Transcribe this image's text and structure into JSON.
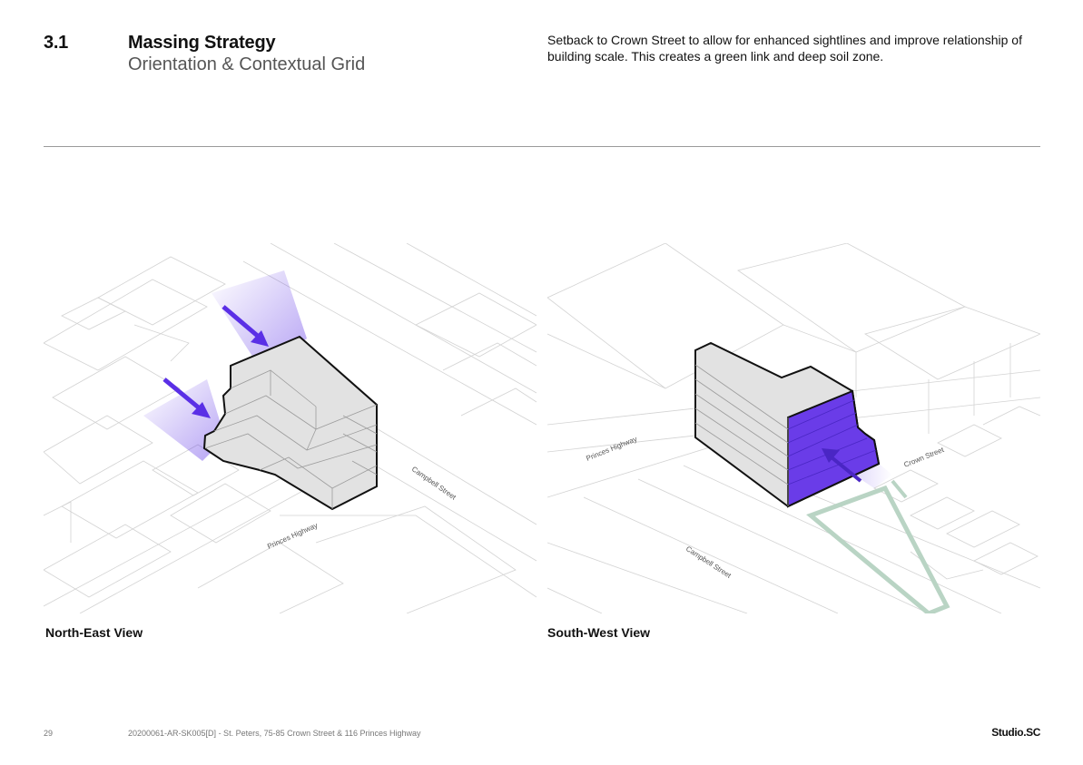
{
  "header": {
    "section_number": "3.1",
    "title": "Massing Strategy",
    "subtitle": "Orientation & Contextual Grid",
    "description": "Setback to Crown Street to allow for enhanced sightlines and improve relationship of building scale. This creates a green link and deep soil zone."
  },
  "views": [
    {
      "caption": "North-East View",
      "streets": [
        "Campbell Street",
        "Princes Highway"
      ]
    },
    {
      "caption": "South-West View",
      "streets": [
        "Princes Highway",
        "Crown Street",
        "Campbell Street"
      ]
    }
  ],
  "footer": {
    "page_number": "29",
    "reference": "20200061-AR-SK005[D] - St. Peters, 75-85 Crown Street & 116 Princes Highway",
    "studio": "Studio.SC"
  },
  "colors": {
    "accent": "#5a2fe6",
    "massing": "#e2e2e2",
    "context_lines": "#cfcfcf",
    "green_link": "#b9d4c4"
  }
}
